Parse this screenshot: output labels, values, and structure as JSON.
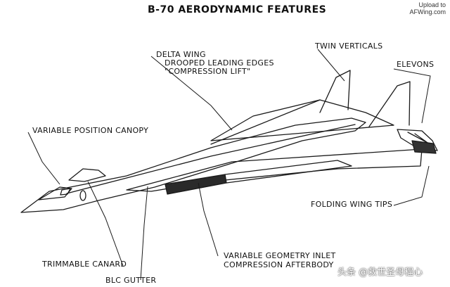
{
  "title": "B-70 AERODYNAMIC FEATURES",
  "upload_note": {
    "line1": "Upload to",
    "line2": "AFWing.com"
  },
  "labels": {
    "delta_wing": "DELTA WING",
    "drooped_edges": "DROOPED LEADING EDGES",
    "compression_lift": "\"COMPRESSION LIFT\"",
    "twin_verticals": "TWIN VERTICALS",
    "elevons": "ELEVONS",
    "canopy": "VARIABLE POSITION CANOPY",
    "wing_tips": "FOLDING WING TIPS",
    "canard": "TRIMMABLE CANARD",
    "inlet_line1": "VARIABLE GEOMETRY INLET",
    "inlet_line2": "COMPRESSION AFTERBODY",
    "blc_gutter": "BLC GUTTER"
  },
  "watermark": "头条 @救世圣母程心",
  "colors": {
    "ink": "#111111",
    "background": "#ffffff"
  }
}
